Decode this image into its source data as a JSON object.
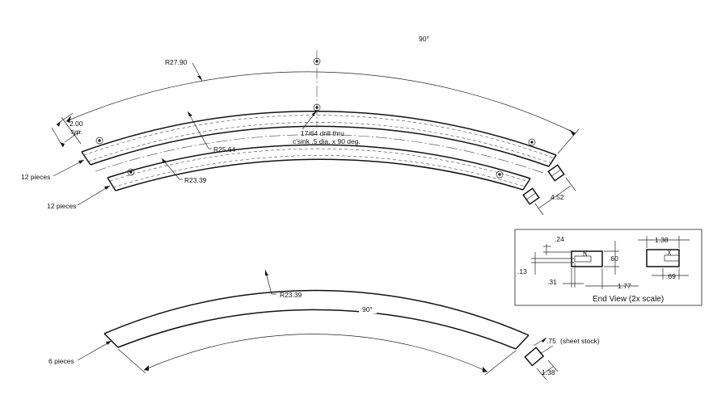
{
  "top_part": {
    "angle_label": "90°",
    "outer_radius": "R27.90",
    "center_radius": "R25.64",
    "inner_radius": "R23.39",
    "width_label": "2.00",
    "width_note": "typ.",
    "hole_note_line1": "17/64 drill thru",
    "hole_note_line2": "c'sink .5 dia. x 90 deg.",
    "outer_qty": "12 pieces",
    "inner_qty": "12 pieces",
    "end_dim": "4.52"
  },
  "bottom_part": {
    "radius": "R23.39",
    "angle_label": "90°",
    "qty": "6 pieces",
    "thickness_label": ".75",
    "thickness_note": "(sheet stock)",
    "width_label": "1.38"
  },
  "end_view": {
    "title": "End View (2x scale)",
    "dim_24": ".24",
    "dim_13": ".13",
    "dim_60": ".60",
    "dim_31": ".31",
    "dim_177": "1.77",
    "dim_138": "1.38",
    "dim_69": ".69"
  }
}
